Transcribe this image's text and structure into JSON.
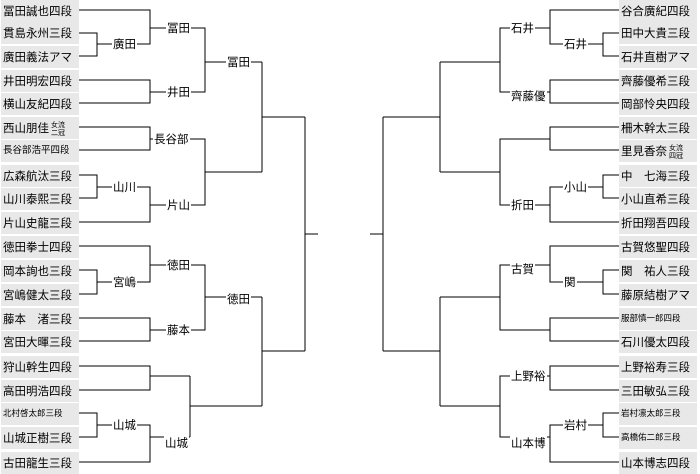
{
  "bracket": {
    "left_players": [
      {
        "name": "冨田誠也四段"
      },
      {
        "name": "貫島永州三段"
      },
      {
        "name": "廣田義法アマ"
      },
      {
        "name": "井田明宏四段"
      },
      {
        "name": "横山友紀四段"
      },
      {
        "name": "西山朋佳",
        "title": "女流\n二冠"
      },
      {
        "name": "長谷部浩平四段",
        "size": "small"
      },
      {
        "name": "広森航汰三段"
      },
      {
        "name": "山川泰熙三段"
      },
      {
        "name": "片山史龍三段"
      },
      {
        "name": "徳田拳士四段"
      },
      {
        "name": "岡本詢也三段"
      },
      {
        "name": "宮嶋健太三段"
      },
      {
        "name": "藤本　渚三段"
      },
      {
        "name": "宮田大暉三段"
      },
      {
        "name": "狩山幹生四段"
      },
      {
        "name": "高田明浩四段"
      },
      {
        "name": "北村啓太郎三段",
        "size": "tiny"
      },
      {
        "name": "山城正樹三段"
      },
      {
        "name": "古田龍生三段"
      }
    ],
    "right_players": [
      {
        "name": "谷合廣紀四段"
      },
      {
        "name": "田中大貴三段"
      },
      {
        "name": "石井直樹アマ"
      },
      {
        "name": "齊藤優希三段"
      },
      {
        "name": "岡部怜央四段"
      },
      {
        "name": "柵木幹太三段"
      },
      {
        "name": "里見香奈",
        "title": "女流\n四冠"
      },
      {
        "name": "中　七海三段"
      },
      {
        "name": "小山直希三段"
      },
      {
        "name": "折田翔吾四段"
      },
      {
        "name": "古賀悠聖四段"
      },
      {
        "name": "関　祐人三段"
      },
      {
        "name": "藤原結樹アマ"
      },
      {
        "name": "服部慎一郎四段",
        "size": "tiny"
      },
      {
        "name": "石川優太四段"
      },
      {
        "name": "上野裕寿三段"
      },
      {
        "name": "三田敏弘三段"
      },
      {
        "name": "岩村凛太郎三段",
        "size": "tiny"
      },
      {
        "name": "高橋佑二郎三段",
        "size": "tiny"
      },
      {
        "name": "山本博志四段"
      }
    ],
    "left_winners": {
      "r1": [
        "廣田",
        "山川",
        "宮嶋",
        "山城"
      ],
      "r2": [
        "冨田",
        "井田",
        "長谷部",
        "片山",
        "徳田",
        "藤本",
        "山城"
      ],
      "r3": [
        "冨田",
        "徳田"
      ]
    },
    "right_winners": {
      "r1": [
        "石井",
        "小山",
        "関",
        "岩村"
      ],
      "r2": [
        "石井",
        "齊藤優",
        "折田",
        "古賀",
        "上野裕",
        "山本博"
      ]
    }
  }
}
